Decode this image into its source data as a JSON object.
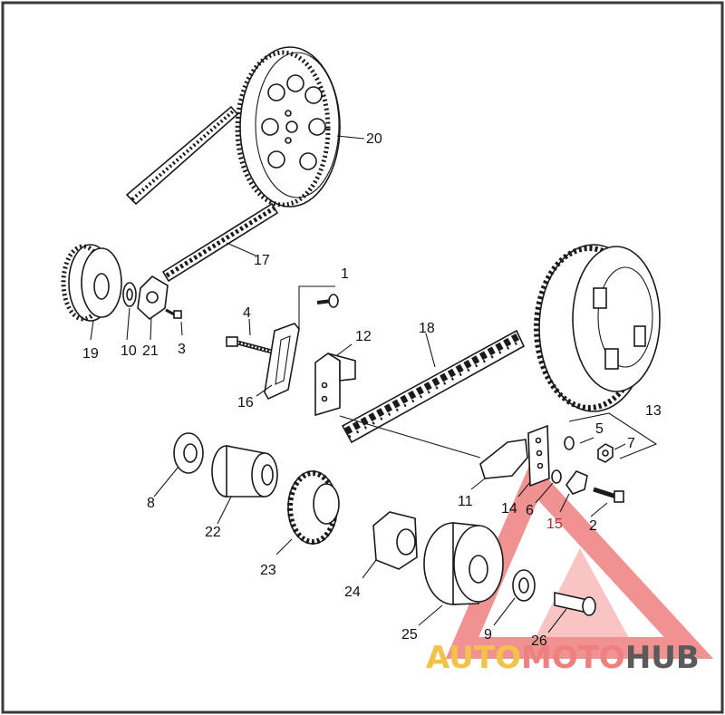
{
  "diagram": {
    "callouts": [
      {
        "id": "1",
        "text": "1"
      },
      {
        "id": "2",
        "text": "2"
      },
      {
        "id": "3",
        "text": "3"
      },
      {
        "id": "4",
        "text": "4"
      },
      {
        "id": "5",
        "text": "5"
      },
      {
        "id": "6",
        "text": "6"
      },
      {
        "id": "7",
        "text": "7"
      },
      {
        "id": "8",
        "text": "8"
      },
      {
        "id": "9",
        "text": "9"
      },
      {
        "id": "10",
        "text": "10"
      },
      {
        "id": "11",
        "text": "11"
      },
      {
        "id": "12",
        "text": "12"
      },
      {
        "id": "13",
        "text": "13"
      },
      {
        "id": "14",
        "text": "14"
      },
      {
        "id": "15",
        "text": "15"
      },
      {
        "id": "16",
        "text": "16"
      },
      {
        "id": "17",
        "text": "17"
      },
      {
        "id": "18",
        "text": "18"
      },
      {
        "id": "19",
        "text": "19"
      },
      {
        "id": "20",
        "text": "20"
      },
      {
        "id": "21",
        "text": "21"
      },
      {
        "id": "22",
        "text": "22"
      },
      {
        "id": "23",
        "text": "23"
      },
      {
        "id": "24",
        "text": "24"
      },
      {
        "id": "25",
        "text": "25"
      },
      {
        "id": "26",
        "text": "26"
      }
    ]
  },
  "watermark": {
    "part1": "AUTO",
    "part2": "MOTO",
    "part3": "HUB",
    "color_gold": "#f4c24a",
    "color_red": "#ee8080",
    "color_gray": "#5a5a5a"
  },
  "frame_color": "#3a3a3a"
}
